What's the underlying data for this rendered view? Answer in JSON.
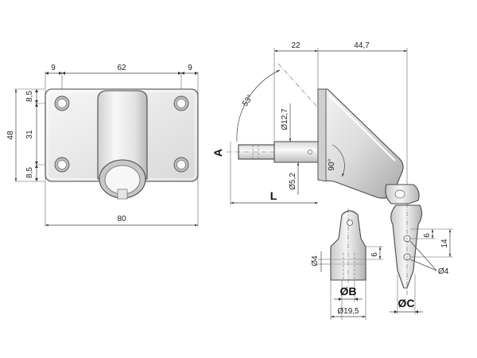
{
  "front_view": {
    "top_left": "9",
    "top_middle": "62",
    "top_right": "9",
    "bottom_width": "80",
    "overall_height": "48",
    "hole_offset_top": "8,5",
    "hole_spacing": "31",
    "hole_offset_bottom": "8,5"
  },
  "side_view": {
    "top_left_width": "22",
    "top_right_width": "44,7",
    "angle_top": "53°",
    "angle_right": "90°",
    "diameter_shaft": "Ø12,7",
    "diameter_pin": "Ø5,2",
    "label_a": "A",
    "label_l": "L"
  },
  "detail_b": {
    "diameter_hole": "Ø4",
    "depth": "6",
    "label": "ØB",
    "outer_diameter": "Ø19,5"
  },
  "detail_c": {
    "offset_first": "6",
    "offset_total": "14",
    "diameter_holes": "Ø4",
    "label": "ØC"
  },
  "colors": {
    "metal_light": "#f2f2f2",
    "metal_mid": "#d4d4d4",
    "metal_dark": "#9a9a9a",
    "line": "#444444"
  }
}
